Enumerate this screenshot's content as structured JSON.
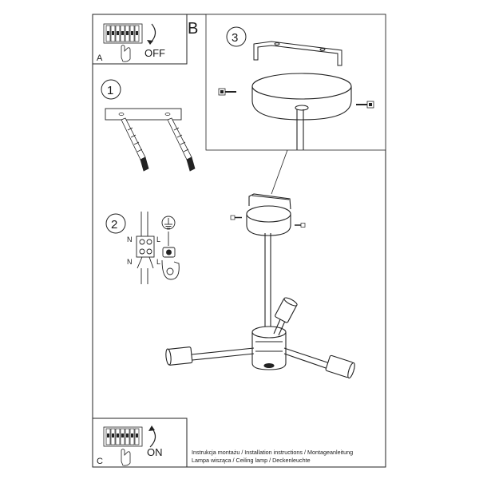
{
  "panel_a": {
    "letter": "A",
    "switch_label": "OFF"
  },
  "panel_b": {
    "letter": "B"
  },
  "panel_c": {
    "letter": "C",
    "switch_label": "ON"
  },
  "steps": [
    {
      "number": "1"
    },
    {
      "number": "2"
    },
    {
      "number": "3"
    }
  ],
  "wiring": {
    "n_label": "N",
    "l_label": "L"
  },
  "footer": {
    "line1": "Instrukcja montażu / Installation instructions / Montageanleitung",
    "line2": "Lampa wisząca / Ceiling lamp / Deckenleuchte"
  }
}
